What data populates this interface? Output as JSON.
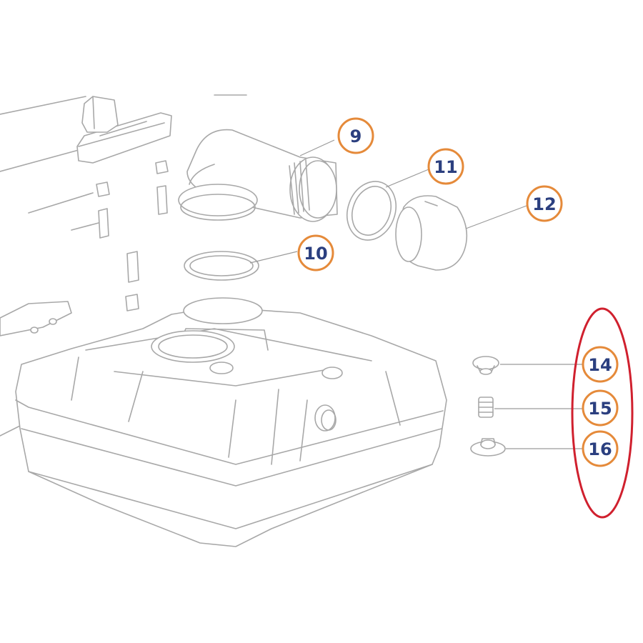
{
  "colors": {
    "callout_ring": "#e58a3a",
    "callout_text": "#2b3f7f",
    "highlight": "#d0202e",
    "line_art": "#a8a8a8",
    "fill": "#ffffff"
  },
  "callouts": [
    {
      "id": "9",
      "label": "9"
    },
    {
      "id": "10",
      "label": "10"
    },
    {
      "id": "11",
      "label": "11"
    },
    {
      "id": "12",
      "label": "12"
    },
    {
      "id": "14",
      "label": "14"
    },
    {
      "id": "15",
      "label": "15"
    },
    {
      "id": "16",
      "label": "16"
    }
  ],
  "highlight": {
    "icon": "highlight-ellipse",
    "encloses": [
      "14",
      "15",
      "16"
    ]
  }
}
